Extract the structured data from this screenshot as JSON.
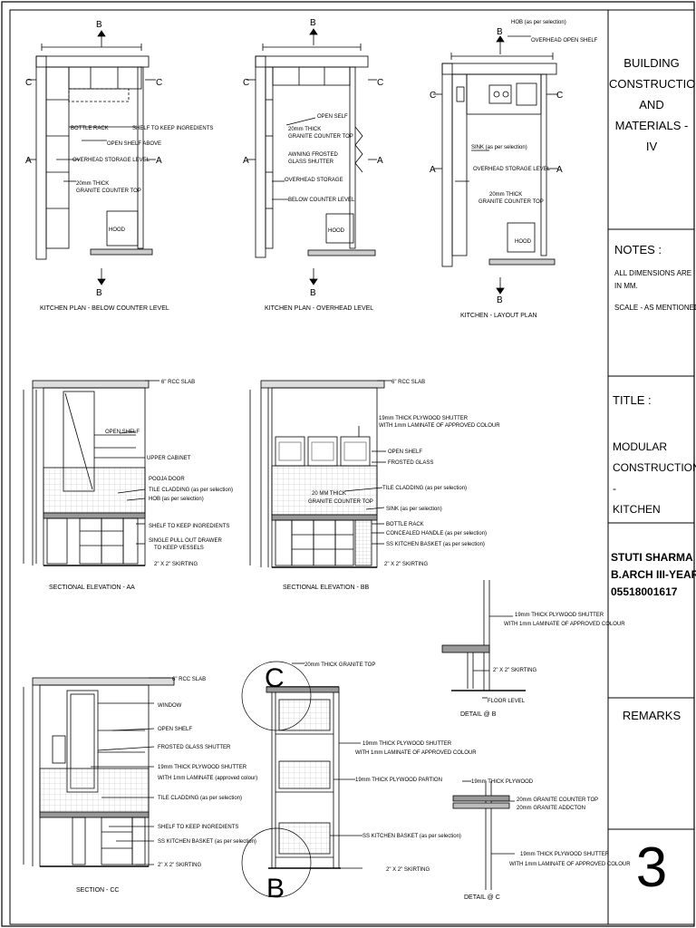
{
  "title_block": {
    "subject": [
      "BUILDING",
      "CONSTRUCTION",
      "AND",
      "MATERIALS - IV"
    ],
    "notes_heading": "NOTES :",
    "notes": [
      "ALL DIMENSIONS ARE",
      "IN MM.",
      "SCALE - AS MENTIONED"
    ],
    "title_heading": "TITLE :",
    "title_value": [
      "MODULAR",
      "CONSTRUCTION -",
      "KITCHEN"
    ],
    "student": [
      "STUTI SHARMA",
      "B.ARCH III-YEAR",
      "05518001617"
    ],
    "remarks_heading": "REMARKS",
    "sheet_number": "3"
  },
  "drawings": {
    "plan_below": {
      "caption": "KITCHEN PLAN - BELOW COUNTER LEVEL",
      "labels": [
        "BOTTLE RACK",
        "SHELF TO KEEP INGREDIENTS",
        "OPEN SHELF ABOVE",
        "OVERHEAD STORAGE LEVEL",
        "20mm THICK",
        "GRANITE COUNTER TOP"
      ]
    },
    "plan_overhead": {
      "caption": "KITCHEN PLAN - OVERHEAD LEVEL",
      "labels": [
        "OPEN SELF",
        "20mm THICK",
        "GRANITE COUNTER TOP",
        "AWNING FROSTED",
        "GLASS SHUTTER",
        "OVERHEAD STORAGE",
        "BELOW COUNTER LEVEL"
      ]
    },
    "plan_layout": {
      "caption": "KITCHEN - LAYOUT PLAN",
      "labels": [
        "HOB (as per selection)",
        "OVERHEAD OPEN SHELF",
        "SINK (as per selection)",
        "OVERHEAD STORAGE LEVEL",
        "20mm THICK",
        "GRANITE COUNTER TOP"
      ]
    },
    "section_aa": {
      "caption": "SECTIONAL ELEVATION - AA",
      "labels": [
        "6\" RCC SLAB",
        "OPEN SHELF",
        "UPPER CABINET",
        "POOJA DOOR",
        "TILE CLADDING (as per selection)",
        "HOB (as per selection)",
        "SHELF TO KEEP INGREDIENTS",
        "SINGLE PULL OUT DRAWER",
        "TO KEEP VESSELS",
        "2\" X 2\" SKIRTING"
      ]
    },
    "section_bb": {
      "caption": "SECTIONAL ELEVATION - BB",
      "labels": [
        "6\" RCC SLAB",
        "19mm THICK PLYWOOD SHUTTER",
        "WITH 1mm LAMINATE OF APPROVED COLOUR",
        "OPEN SHELF",
        "FROSTED GLASS",
        "20 MM THICK",
        "GRANITE COUNTER TOP",
        "TILE CLADDING (as per selection)",
        "SINK (as per selection)",
        "BOTTLE RACK",
        "CONCEALED HANDLE (as per selection)",
        "SS KITCHEN BASKET (as per selection)",
        "2\" X 2\" SKIRTING"
      ]
    },
    "section_cc": {
      "caption": "SECTION - CC",
      "labels": [
        "6\" RCC SLAB",
        "WINDOW",
        "OPEN SHELF",
        "FROSTED GLASS SHUTTER",
        "19mm THICK PLYWOOD SHUTTER",
        "WITH 1mm LAMINATE (approved colour)",
        "TILE CLADDING (as per selection)",
        "SHELF TO KEEP INGREDIENTS",
        "SS KITCHEN BASKET (as per selection)",
        "2\" X 2\" SKIRTING"
      ]
    },
    "cabinet_detail": {
      "labels": [
        "20mm THICK GRANITE TOP",
        "19mm THICK PLYWOOD SHUTTER",
        "WITH 1mm LAMINATE OF APPROVED COLOUR",
        "19mm THICK PLYWOOD PARTION",
        "SS KITCHEN BASKET (as per selection)",
        "2\" X 2\" SKIRTING"
      ],
      "callouts": [
        "C",
        "B"
      ]
    },
    "detail_b": {
      "caption": "DETAIL @ B",
      "labels": [
        "19mm THICK PLYWOOD SHUTTER",
        "WITH 1mm LAMINATE OF APPROVED COLOUR",
        "2\" X 2\" SKIRTING",
        "FLOOR LEVEL"
      ]
    },
    "detail_c": {
      "caption": "DETAIL @ C",
      "labels": [
        "19mm THICK PLYWOOD",
        "20mm GRANITE COUNTER TOP",
        "20mm GRANITE ADDCTON",
        "19mm THICK PLYWOOD SHUTTER",
        "WITH 1mm LAMINATE OF APPROVED COLOUR"
      ]
    },
    "section_marks": [
      "A",
      "B",
      "C"
    ],
    "appliance_label": "HOOD"
  }
}
